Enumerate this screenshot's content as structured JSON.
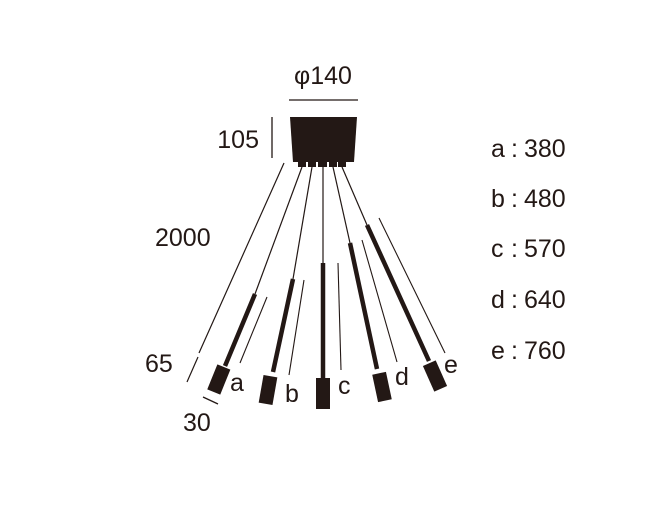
{
  "dimensions": {
    "diameter": "φ140",
    "canopy_height": "105",
    "cord_length": "2000",
    "shade_height": "65",
    "shade_width": "30"
  },
  "pendant_labels": [
    "a",
    "b",
    "c",
    "d",
    "e"
  ],
  "legend": [
    {
      "key": "a",
      "sep": ":",
      "value": "380"
    },
    {
      "key": "b",
      "sep": ":",
      "value": "480"
    },
    {
      "key": "c",
      "sep": ":",
      "value": "570"
    },
    {
      "key": "d",
      "sep": ":",
      "value": "640"
    },
    {
      "key": "e",
      "sep": ":",
      "value": "760"
    }
  ],
  "colors": {
    "ink": "#231815"
  }
}
